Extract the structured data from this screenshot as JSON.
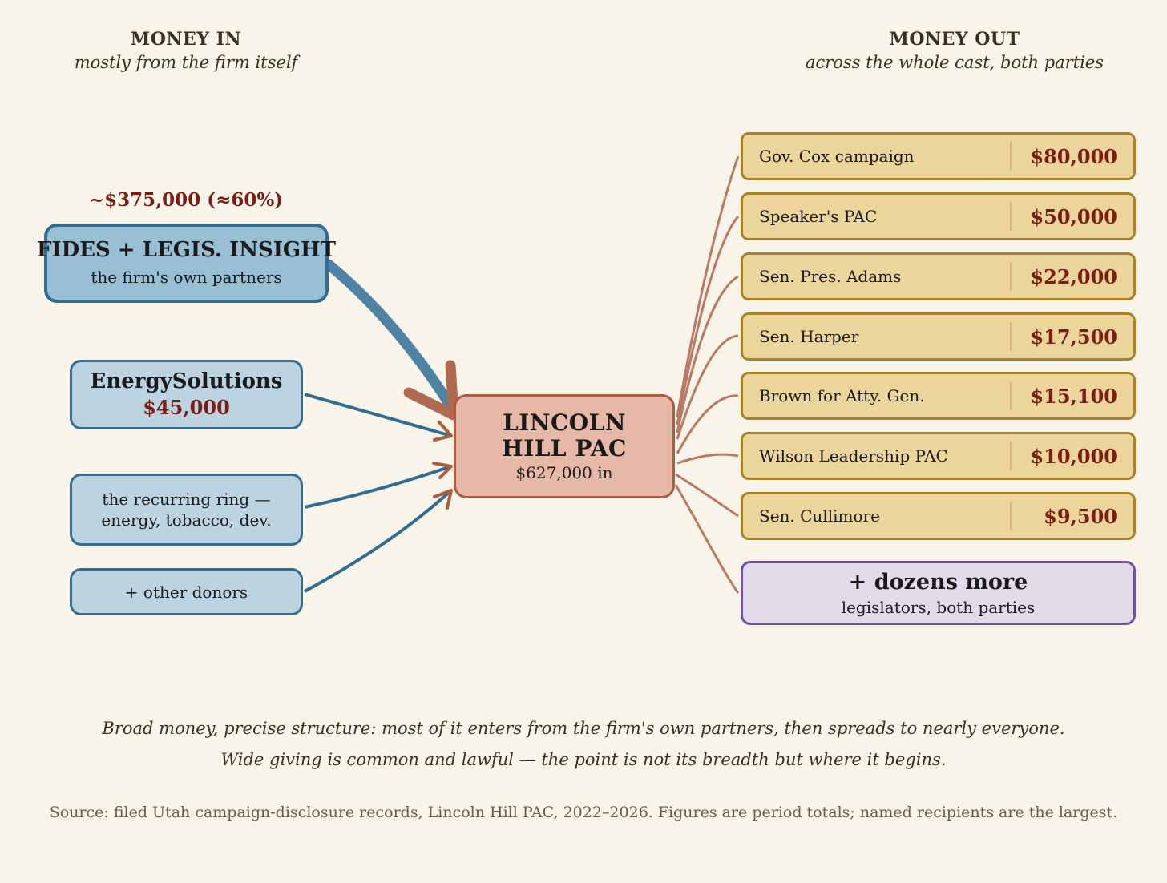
{
  "colors": {
    "background": "#f9f4ea",
    "source_fill": "#bcd3e1",
    "source_border": "#316d91",
    "main_flow": "#4e83a3",
    "hub_fill": "#e6b8a8",
    "hub_border": "#ad5c40",
    "out_flow": "#b87a62",
    "recipient_fill": "#ecd59b",
    "recipient_border": "#a98126",
    "amount_red": "#7a1d12",
    "more_fill": "#e3daea",
    "more_border": "#6e5398"
  },
  "money_in": {
    "title": "MONEY IN",
    "subtitle": "mostly from the firm itself"
  },
  "money_out": {
    "title": "MONEY OUT",
    "subtitle": "across the whole cast, both parties"
  },
  "sources": {
    "main": {
      "amount": "~$375,000 (≈60%)",
      "name": "FIDES + LEGIS. INSIGHT",
      "sub": "the firm's own partners"
    },
    "energy": {
      "name": "EnergySolutions",
      "amount": "$45,000"
    },
    "ring": {
      "line1": "the recurring ring —",
      "line2": "energy, tobacco, dev."
    },
    "other": {
      "label": "+ other donors"
    }
  },
  "hub": {
    "line1": "LINCOLN",
    "line2": "HILL PAC",
    "total": "$627,000 in"
  },
  "recipients": [
    {
      "name": "Gov. Cox campaign",
      "amount": "$80,000"
    },
    {
      "name": "Speaker's PAC",
      "amount": "$50,000"
    },
    {
      "name": "Sen. Pres. Adams",
      "amount": "$22,000"
    },
    {
      "name": "Sen. Harper",
      "amount": "$17,500"
    },
    {
      "name": "Brown for Atty. Gen.",
      "amount": "$15,100"
    },
    {
      "name": "Wilson Leadership PAC",
      "amount": "$10,000"
    },
    {
      "name": "Sen. Cullimore",
      "amount": "$9,500"
    }
  ],
  "more": {
    "title": "+ dozens more",
    "sub": "legislators, both parties"
  },
  "notes": {
    "line1": "Broad money, precise structure: most of it enters from the firm's own partners, then spreads to nearly everyone.",
    "line2": "Wide giving is common and lawful — the point is not its breadth but where it begins.",
    "source": "Source: filed Utah campaign-disclosure records, Lincoln Hill PAC, 2022–2026. Figures are period totals; named recipients are the largest."
  }
}
